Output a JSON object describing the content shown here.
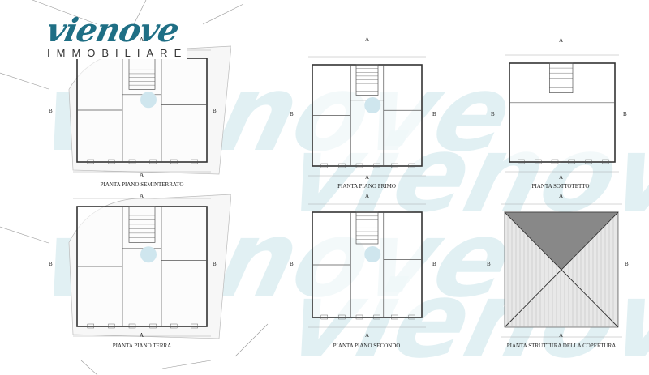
{
  "logo": {
    "word": "vienove",
    "sub": "IMMOBILIARE",
    "color": "#1f6f85"
  },
  "watermark": {
    "text": "vienove",
    "color": "#d8ecf0"
  },
  "section_markers": {
    "a": "A",
    "b": "B"
  },
  "plans": [
    {
      "title": "PIANTA PIANO SEMINTERRATO"
    },
    {
      "title": "PIANTA PIANO PRIMO"
    },
    {
      "title": "PIANTA SOTTOTETTO"
    },
    {
      "title": "PIANTA PIANO TERRA"
    },
    {
      "title": "PIANTA PIANO SECONDO"
    },
    {
      "title": "PIANTA STRUTTURA DELLA COPERTURA"
    }
  ]
}
